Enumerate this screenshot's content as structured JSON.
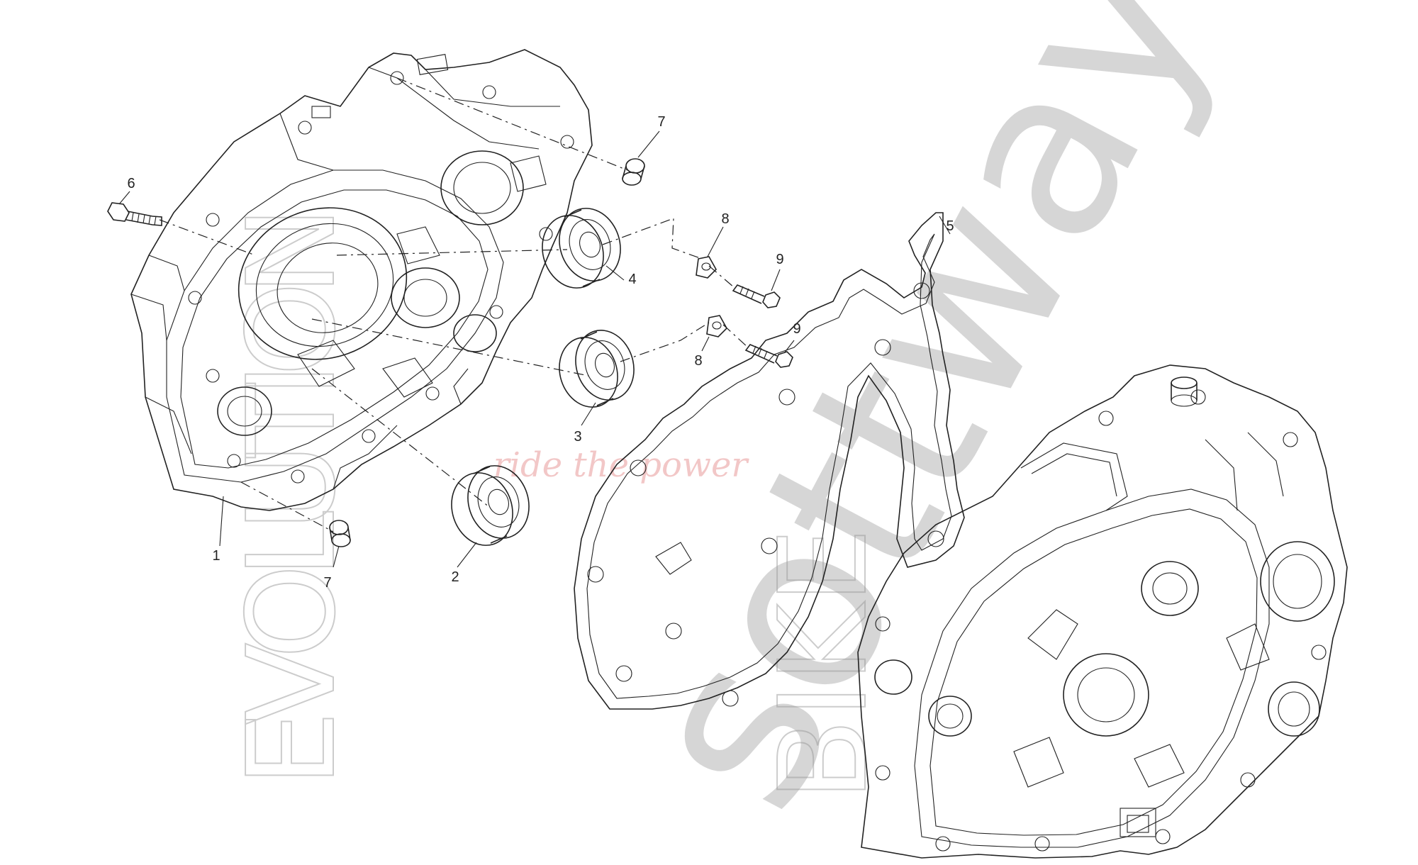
{
  "diagram": {
    "callouts": [
      {
        "id": "callout-1",
        "text": "1"
      },
      {
        "id": "callout-2",
        "text": "2"
      },
      {
        "id": "callout-3",
        "text": "3"
      },
      {
        "id": "callout-4",
        "text": "4"
      },
      {
        "id": "callout-5",
        "text": "5"
      },
      {
        "id": "callout-6",
        "text": "6"
      },
      {
        "id": "callout-7a",
        "text": "7"
      },
      {
        "id": "callout-7b",
        "text": "7"
      },
      {
        "id": "callout-8a",
        "text": "8"
      },
      {
        "id": "callout-8b",
        "text": "8"
      },
      {
        "id": "callout-9a",
        "text": "9"
      },
      {
        "id": "callout-9b",
        "text": "9"
      }
    ]
  },
  "watermark": {
    "line1": "EVOLUTION",
    "line2": "BIKE",
    "line3": "sottway",
    "tagline": "ride the power"
  }
}
